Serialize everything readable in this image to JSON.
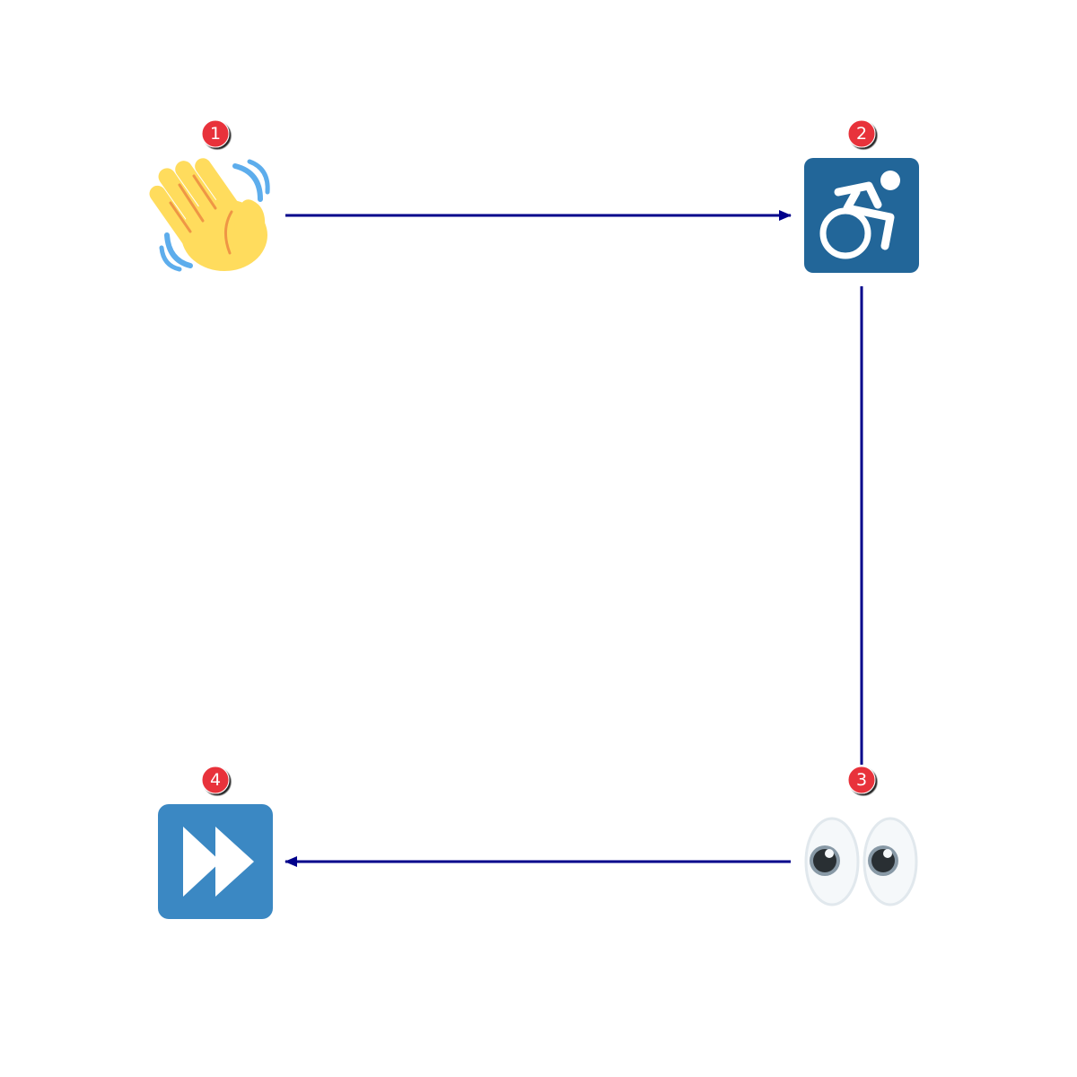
{
  "diagram": {
    "arrow_color": "#00008b",
    "badge_color": "#e8333a",
    "steps": [
      {
        "number": "1",
        "icon": "waving-hand-icon"
      },
      {
        "number": "2",
        "icon": "wheelchair-accessibility-icon"
      },
      {
        "number": "3",
        "icon": "eyes-icon"
      },
      {
        "number": "4",
        "icon": "fast-forward-icon"
      }
    ]
  }
}
